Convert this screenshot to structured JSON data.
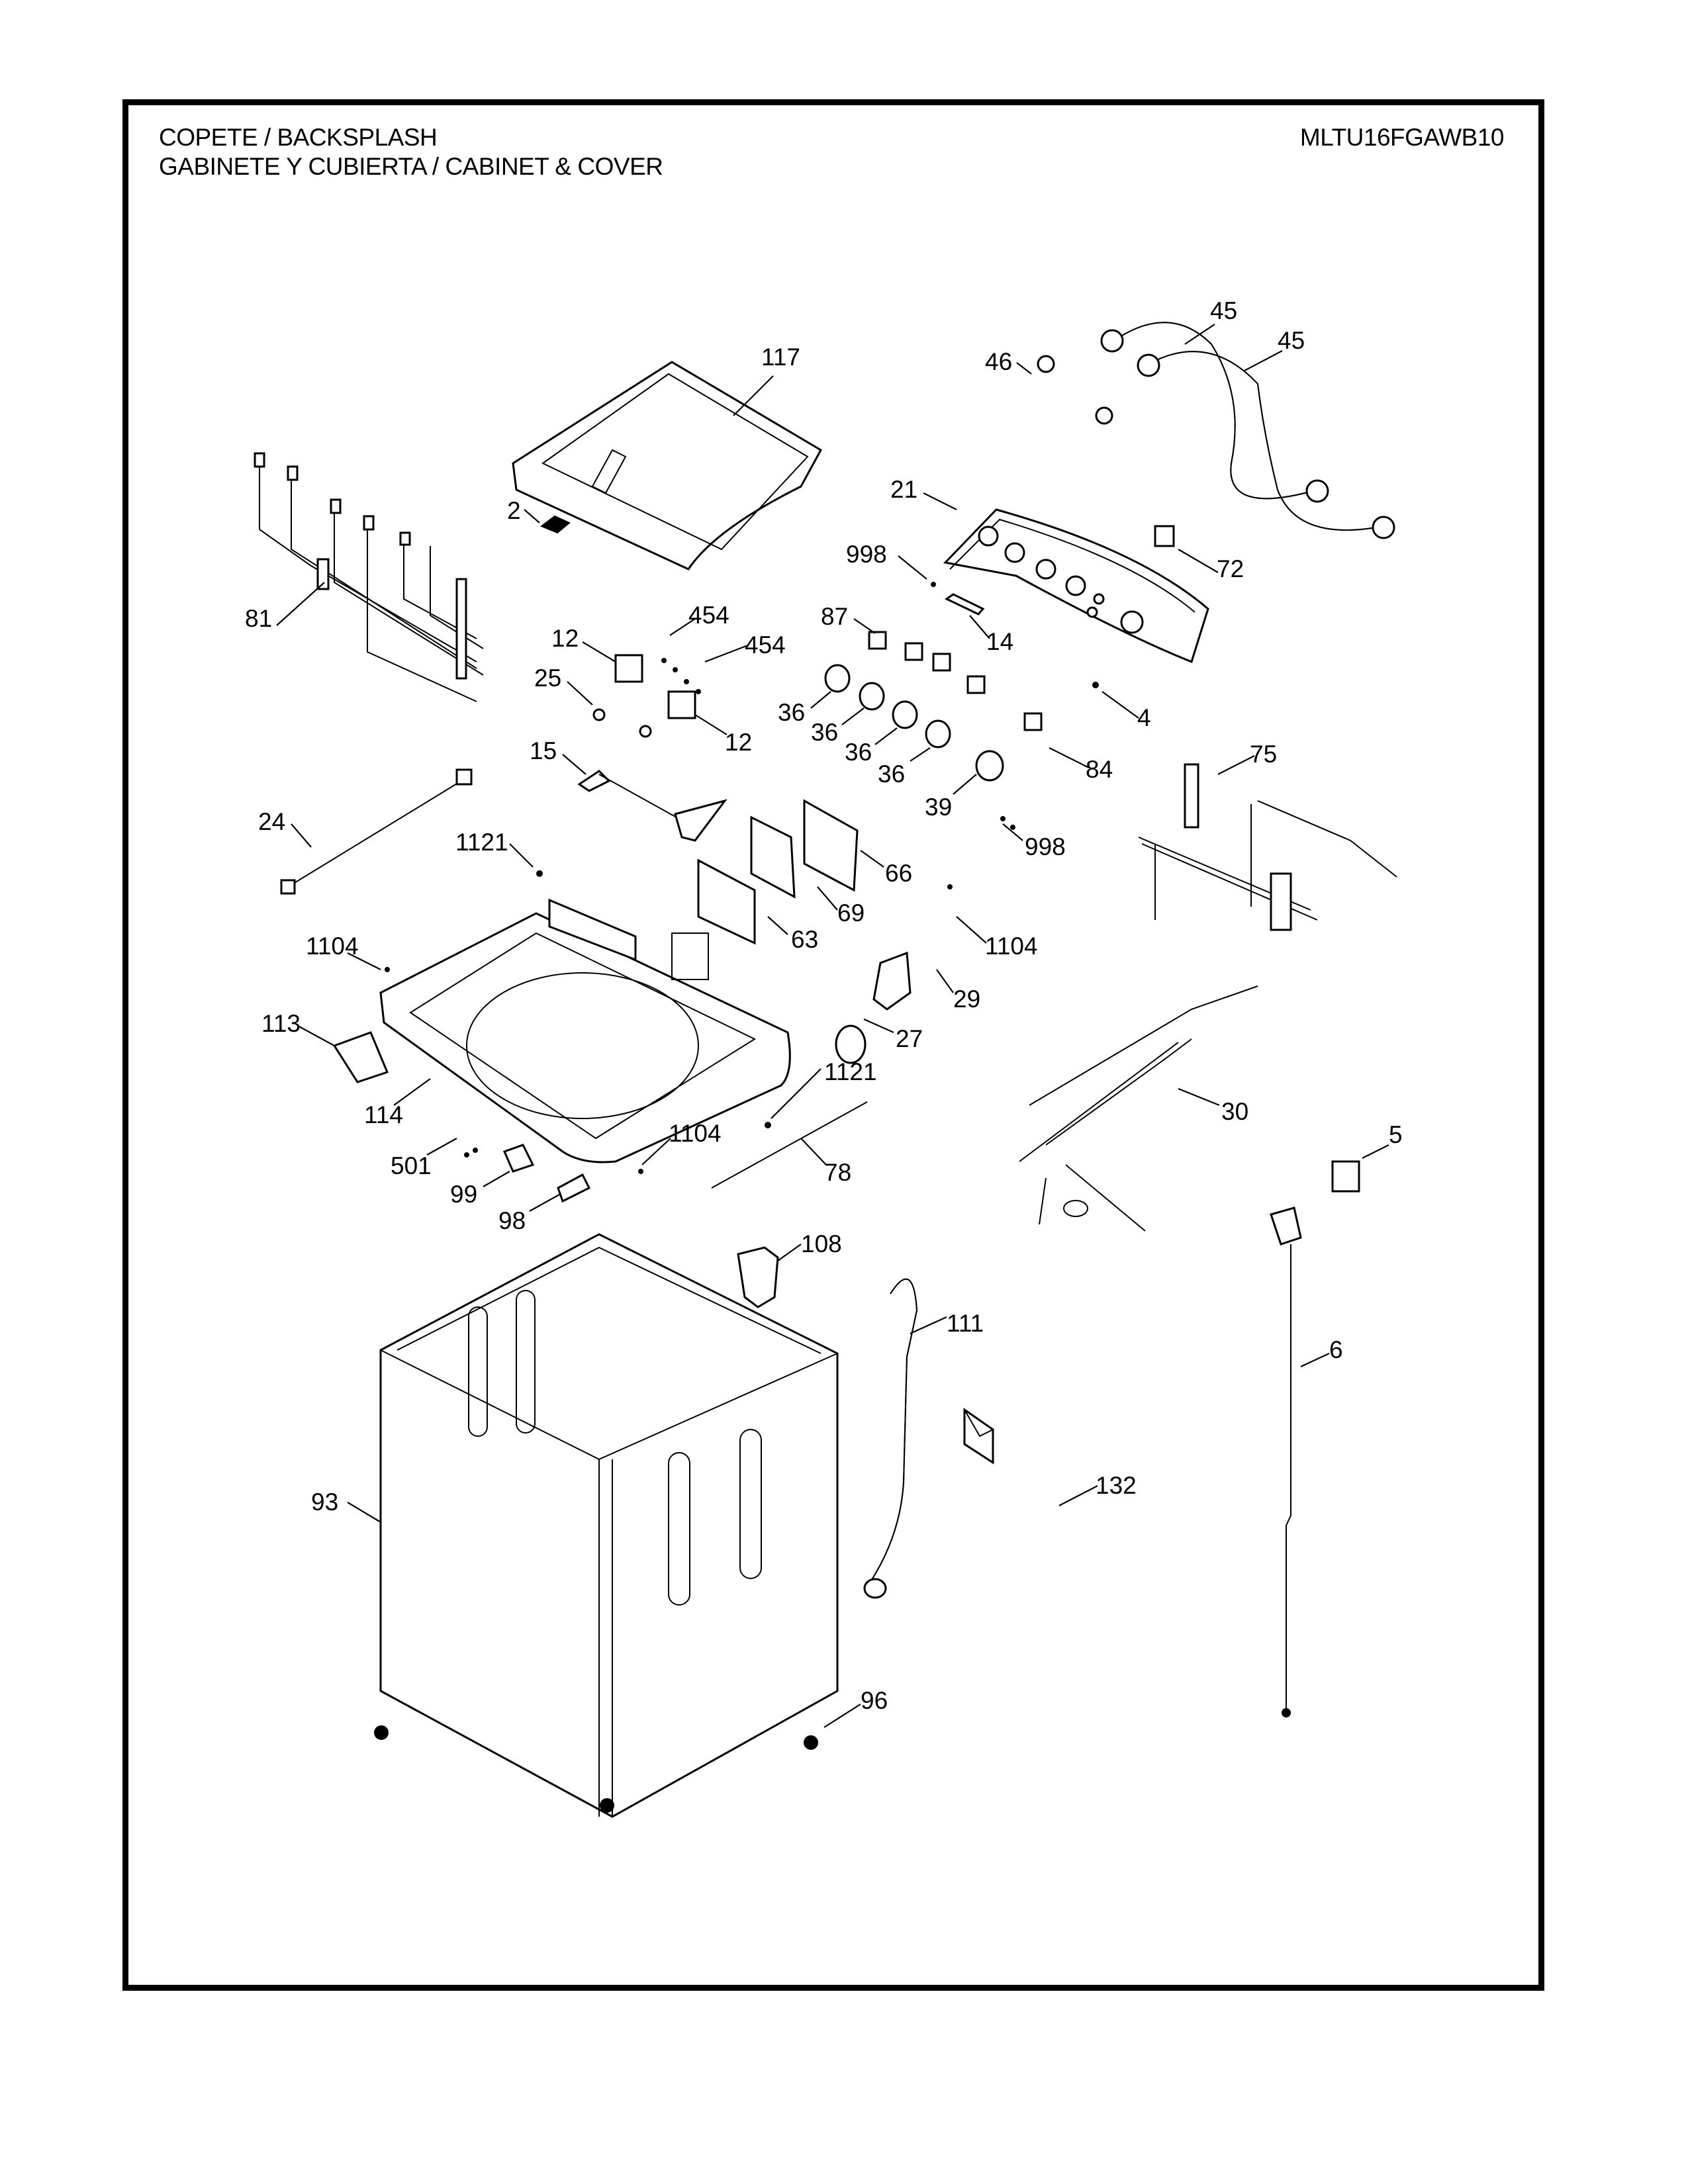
{
  "header": {
    "title_line1": "COPETE / BACKSPLASH",
    "title_line2": "GABINETE Y CUBIERTA / CABINET & COVER",
    "model_number": "MLTU16FGAWB10"
  },
  "callouts": [
    {
      "id": "c117",
      "label": "117"
    },
    {
      "id": "c2",
      "label": "2"
    },
    {
      "id": "c81",
      "label": "81"
    },
    {
      "id": "c46",
      "label": "46"
    },
    {
      "id": "c45a",
      "label": "45"
    },
    {
      "id": "c45b",
      "label": "45"
    },
    {
      "id": "c21",
      "label": "21"
    },
    {
      "id": "c72",
      "label": "72"
    },
    {
      "id": "c998a",
      "label": "998"
    },
    {
      "id": "c14",
      "label": "14"
    },
    {
      "id": "c87",
      "label": "87"
    },
    {
      "id": "c4",
      "label": "4"
    },
    {
      "id": "c12a",
      "label": "12"
    },
    {
      "id": "c454a",
      "label": "454"
    },
    {
      "id": "c454b",
      "label": "454"
    },
    {
      "id": "c25",
      "label": "25"
    },
    {
      "id": "c12b",
      "label": "12"
    },
    {
      "id": "c36a",
      "label": "36"
    },
    {
      "id": "c36b",
      "label": "36"
    },
    {
      "id": "c36c",
      "label": "36"
    },
    {
      "id": "c36d",
      "label": "36"
    },
    {
      "id": "c84",
      "label": "84"
    },
    {
      "id": "c75",
      "label": "75"
    },
    {
      "id": "c15",
      "label": "15"
    },
    {
      "id": "c39",
      "label": "39"
    },
    {
      "id": "c998b",
      "label": "998"
    },
    {
      "id": "c24",
      "label": "24"
    },
    {
      "id": "c1121a",
      "label": "1121"
    },
    {
      "id": "c66",
      "label": "66"
    },
    {
      "id": "c69",
      "label": "69"
    },
    {
      "id": "c63",
      "label": "63"
    },
    {
      "id": "c1104a",
      "label": "1104"
    },
    {
      "id": "c1104b",
      "label": "1104"
    },
    {
      "id": "c29",
      "label": "29"
    },
    {
      "id": "c113",
      "label": "113"
    },
    {
      "id": "c27",
      "label": "27"
    },
    {
      "id": "c114",
      "label": "114"
    },
    {
      "id": "c1121b",
      "label": "1121"
    },
    {
      "id": "c30",
      "label": "30"
    },
    {
      "id": "c501",
      "label": "501"
    },
    {
      "id": "c1104c",
      "label": "1104"
    },
    {
      "id": "c5",
      "label": "5"
    },
    {
      "id": "c99",
      "label": "99"
    },
    {
      "id": "c78",
      "label": "78"
    },
    {
      "id": "c98",
      "label": "98"
    },
    {
      "id": "c108",
      "label": "108"
    },
    {
      "id": "c111",
      "label": "111"
    },
    {
      "id": "c6",
      "label": "6"
    },
    {
      "id": "c93",
      "label": "93"
    },
    {
      "id": "c132",
      "label": "132"
    },
    {
      "id": "c96",
      "label": "96"
    }
  ]
}
